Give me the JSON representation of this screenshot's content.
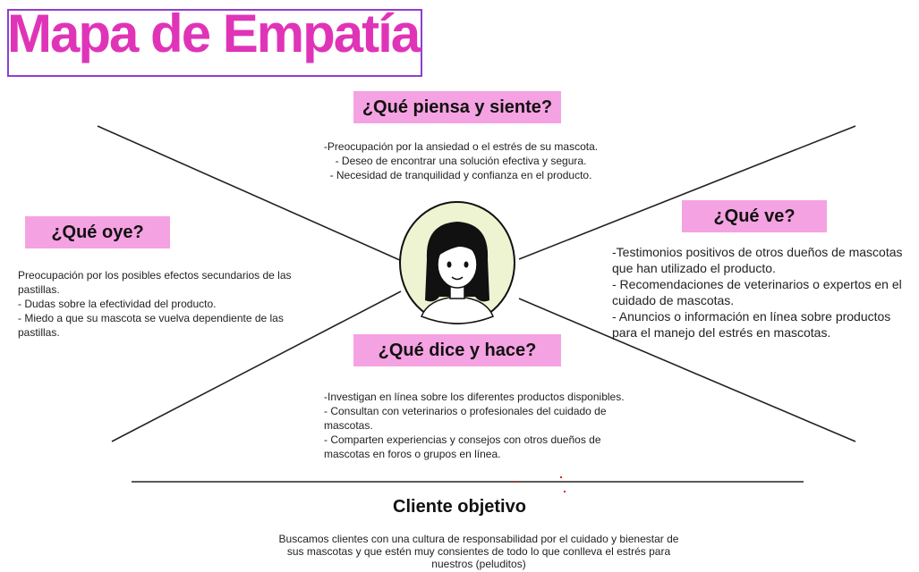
{
  "title": "Mapa de Empatía",
  "sections": {
    "piensa": {
      "label": "¿Qué piensa y siente?",
      "lines": [
        "-Preocupación por la ansiedad o el estrés de su mascota.",
        "- Deseo de encontrar una solución efectiva y segura.",
        "- Necesidad de tranquilidad y confianza en el producto."
      ]
    },
    "oye": {
      "label": "¿Qué oye?",
      "lines": [
        "Preocupación por los posibles efectos secundarios de las",
        "pastillas.",
        "- Dudas sobre la efectividad del producto.",
        "- Miedo a que su mascota se vuelva dependiente de las",
        "pastillas."
      ]
    },
    "ve": {
      "label": "¿Qué ve?",
      "lines": [
        "-Testimonios positivos de otros dueños de mascotas",
        "que han utilizado el producto.",
        "- Recomendaciones de veterinarios o expertos en el",
        "cuidado de mascotas.",
        "- Anuncios o información en línea sobre productos",
        "para el manejo del estrés en mascotas."
      ]
    },
    "dice": {
      "label": "¿Qué dice y hace?",
      "lines": [
        " -Investigan en línea sobre los diferentes productos disponibles.",
        "- Consultan con veterinarios o profesionales del cuidado de",
        "mascotas.",
        "- Comparten experiencias y consejos con otros dueños de",
        "mascotas en foros o grupos en línea."
      ]
    }
  },
  "client": {
    "title": "Cliente objetivo",
    "lines": [
      "Buscamos clientes con una cultura de responsabilidad por el cuidado y bienestar de",
      "sus mascotas y que estén muy consientes de todo lo que conlleva el estrés para",
      "nuestros (peluditos)"
    ]
  },
  "colors": {
    "title": "#e034b8",
    "title_border": "#8e3fd0",
    "label_bg": "#f5a2e2",
    "avatar_bg": "#eef3d2"
  },
  "icons": [
    "woman-avatar-icon"
  ]
}
